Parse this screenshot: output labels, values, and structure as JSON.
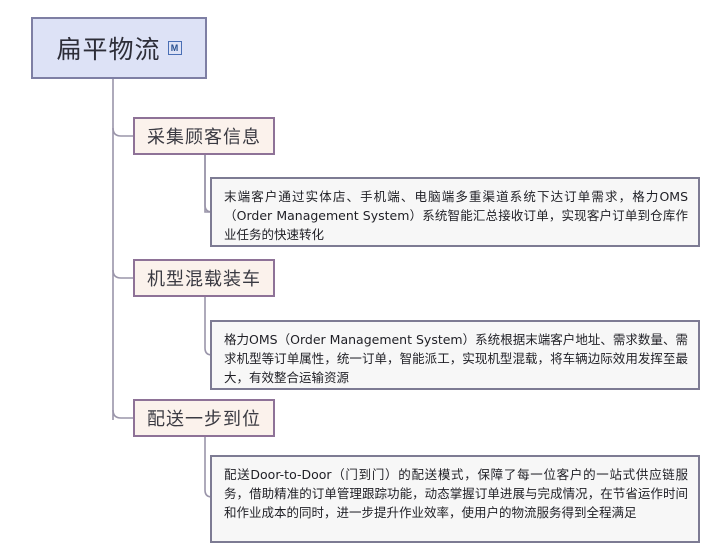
{
  "diagram": {
    "type": "mind-map",
    "colors": {
      "root_fill": "#dde2f6",
      "root_border": "#7e7fa4",
      "topic_fill": "#fbf2ec",
      "topic_border": "#8e7297",
      "detail_fill": "#f7f7f7",
      "detail_border": "#7d7b93",
      "connector": "#9a95aa",
      "badge_blue": "#28508f"
    },
    "root": {
      "title": "扁平物流",
      "badge": "M"
    },
    "branches": [
      {
        "topic": "采集顾客信息",
        "detail": "末端客户通过实体店、手机端、电脑端多重渠道系统下达订单需求，格力OMS（Order Management System）系统智能汇总接收订单，实现客户订单到仓库作业任务的快速转化"
      },
      {
        "topic": "机型混载装车",
        "detail": "格力OMS（Order Management System）系统根据末端客户地址、需求数量、需求机型等订单属性，统一订单，智能派工，实现机型混载，将车辆边际效用发挥至最大，有效整合运输资源"
      },
      {
        "topic": "配送一步到位",
        "detail": "配送Door-to-Door（门到门）的配送模式，保障了每一位客户的一站式供应链服务，借助精准的订单管理跟踪功能，动态掌握订单进展与完成情况，在节省运作时间和作业成本的同时，进一步提升作业效率，使用户的物流服务得到全程满足"
      }
    ]
  }
}
